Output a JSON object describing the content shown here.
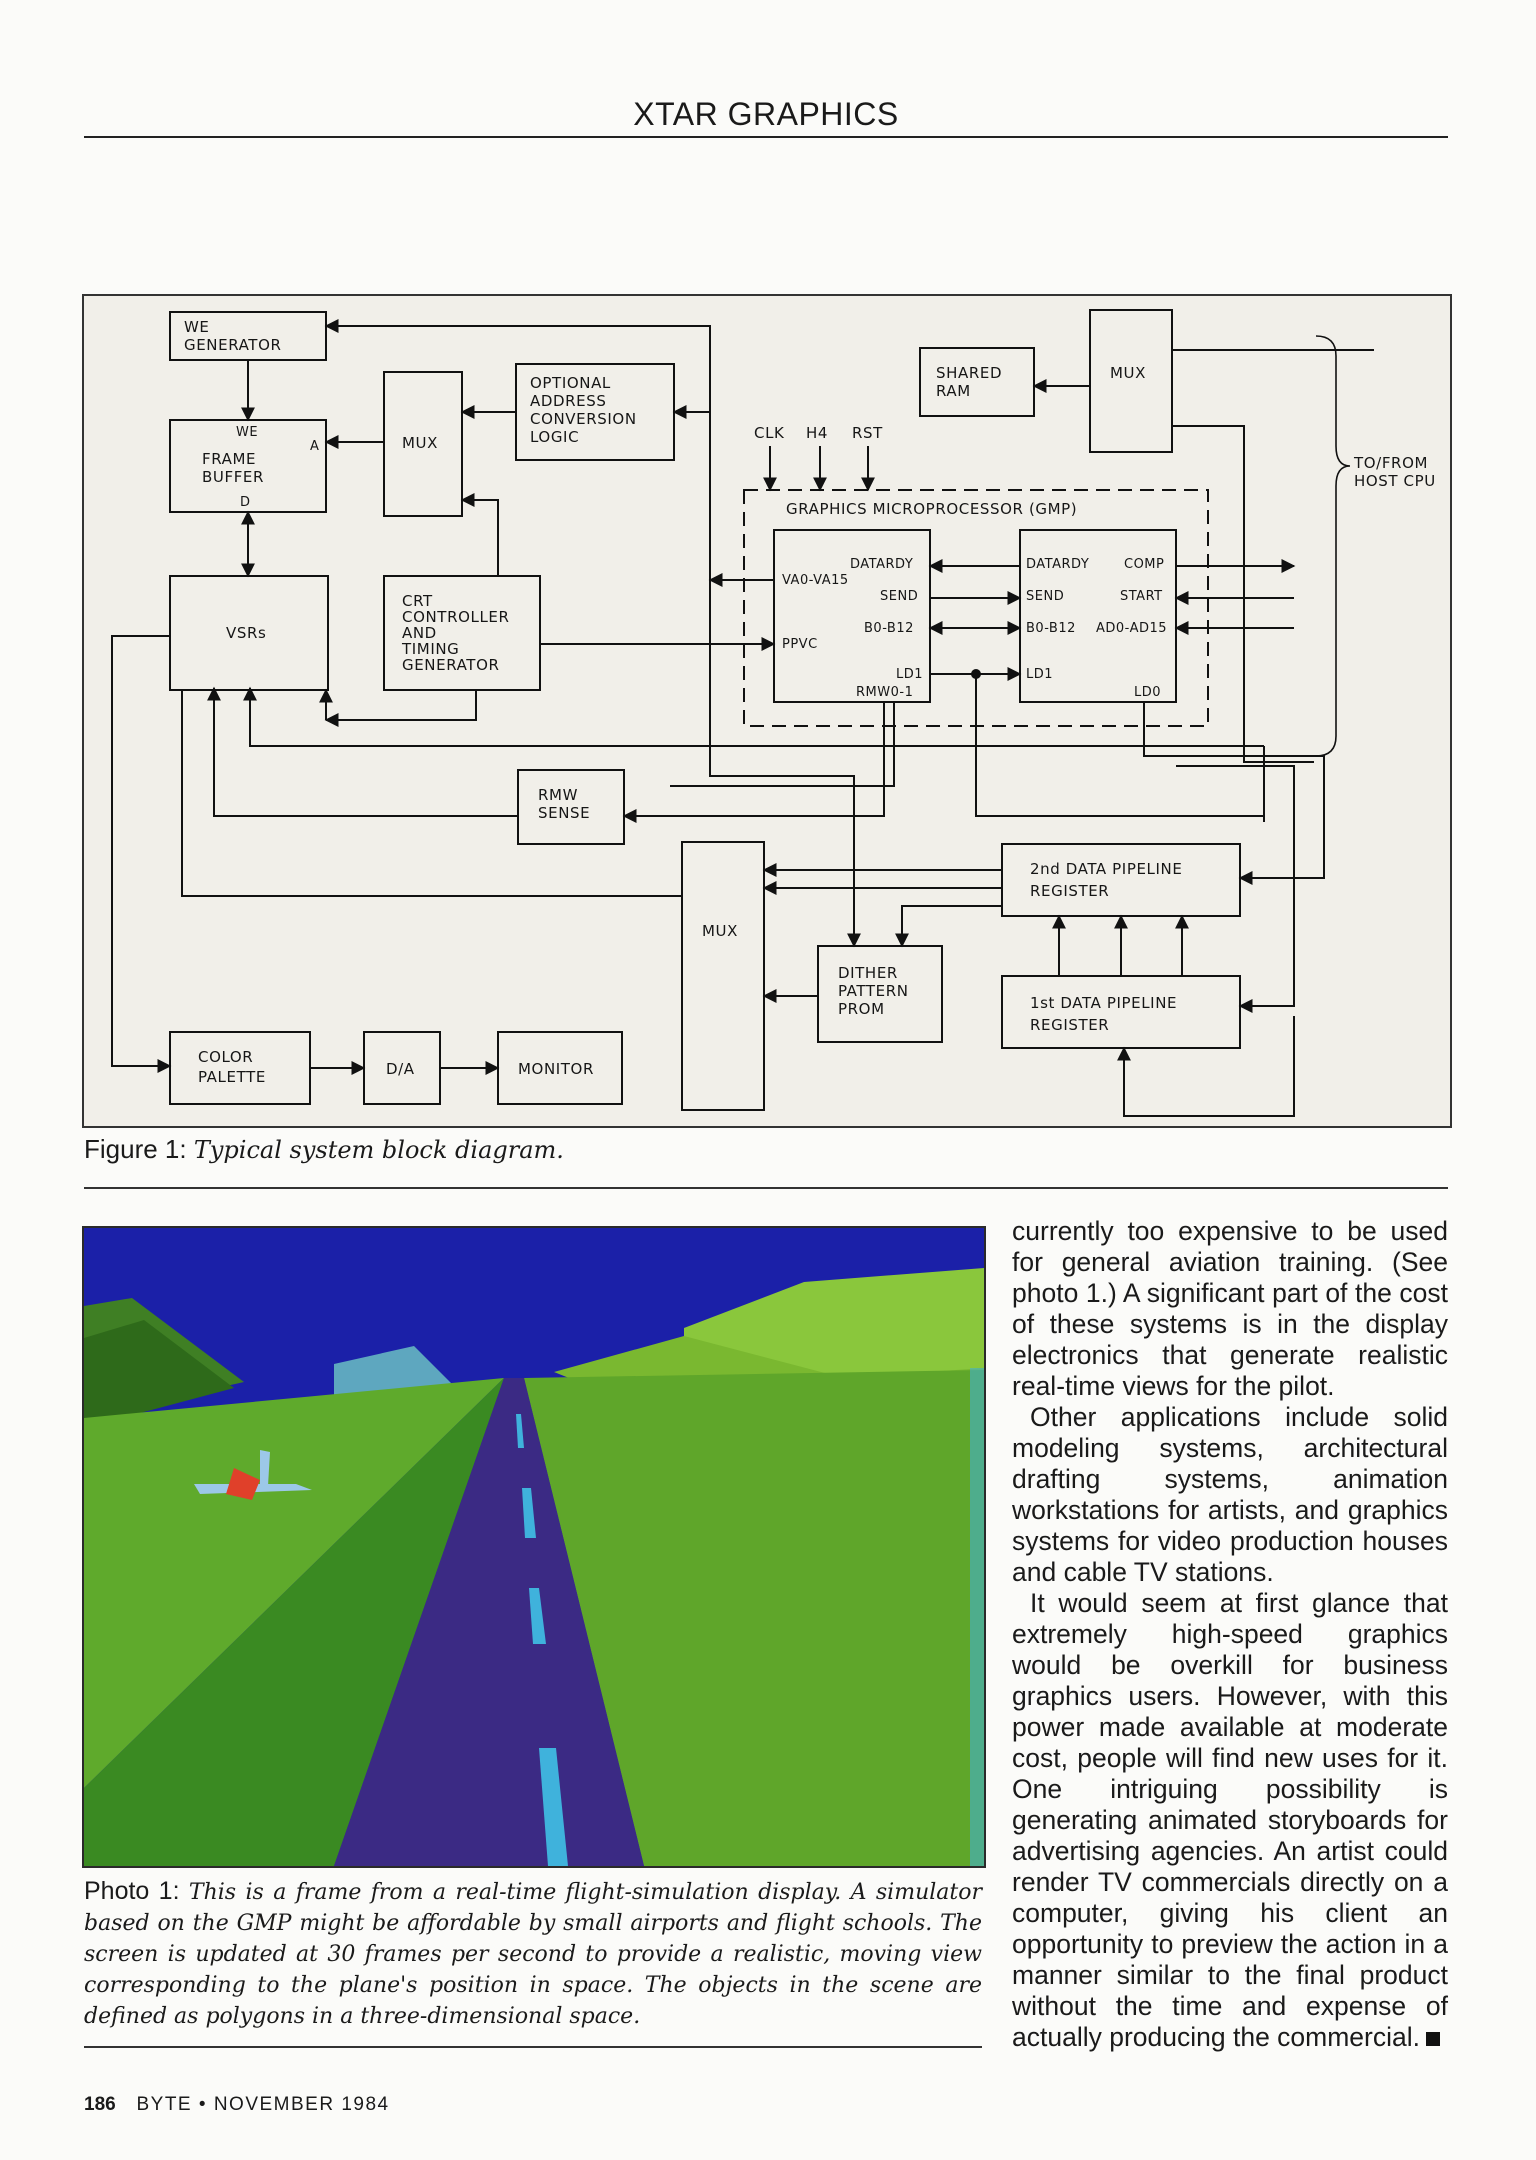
{
  "header": {
    "running_head": "XTAR GRAPHICS"
  },
  "figure1": {
    "blocks": {
      "we_generator": [
        "WE",
        "GENERATOR"
      ],
      "frame_buffer": [
        "FRAME",
        "BUFFER"
      ],
      "frame_buffer_we": "WE",
      "frame_buffer_a": "A",
      "frame_buffer_d": "D",
      "mux_left": "MUX",
      "optional_logic": [
        "OPTIONAL",
        "ADDRESS",
        "CONVERSION",
        "LOGIC"
      ],
      "shared_ram": [
        "SHARED",
        "RAM"
      ],
      "mux_top": "MUX",
      "host_cpu": [
        "TO/FROM",
        "HOST CPU"
      ],
      "clk": "CLK",
      "h4": "H4",
      "rst": "RST",
      "gmp_title": "GRAPHICS MICROPROCESSOR (GMP)",
      "gmp_left_pins": [
        "DATARDY",
        "VA0-VA15",
        "SEND",
        "B0-B12",
        "PPVC",
        "LD1",
        "RMW0-1"
      ],
      "gmp_right_pins": [
        "DATARDY",
        "COMP",
        "SEND",
        "START",
        "B0-B12",
        "AD0-AD15",
        "LD1",
        "LD0"
      ],
      "vsrs": "VSRs",
      "crt_controller": [
        "CRT",
        "CONTROLLER",
        "AND",
        "TIMING",
        "GENERATOR"
      ],
      "rmw_sense": [
        "RMW",
        "SENSE"
      ],
      "mux_bottom": "MUX",
      "pipeline2": [
        "2nd DATA PIPELINE",
        "REGISTER"
      ],
      "dither": [
        "DITHER",
        "PATTERN",
        "PROM"
      ],
      "pipeline1": [
        "1st DATA PIPELINE",
        "REGISTER"
      ],
      "color_palette": [
        "COLOR",
        "PALETTE"
      ],
      "da": "D/A",
      "monitor": "MONITOR"
    },
    "caption_label": "Figure 1:",
    "caption_text": "Typical system block diagram."
  },
  "photo1": {
    "caption_label": "Photo 1:",
    "caption_text": "This is a frame from a real-time flight-simulation display. A simulator based on the GMP might be affordable by small airports and flight schools. The screen is updated at 30 frames per second to provide a realistic, moving view corresponding to the plane's position in space. The objects in the scene are defined as polygons in a three-dimensional space.",
    "colors": {
      "sky": "#1b20a8",
      "ground": "#5faa2c",
      "runway": "#3b2a84",
      "stripe": "#3fb2dc"
    }
  },
  "body": {
    "paragraphs": [
      "currently too expensive to be used for general aviation training. (See photo 1.) A significant part of the cost of these systems is in the display electronics that generate realistic real-time views for the pilot.",
      "Other applications include solid modeling systems, architectural drafting systems, animation workstations for artists, and graphics systems for video production houses and cable TV stations.",
      "It would seem at first glance that extremely high-speed graphics would be overkill for business graphics users. However, with this power made available at moderate cost, people will find new uses for it. One intriguing possibility is generating animated storyboards for advertising agencies. An artist could render TV commercials directly on a computer, giving his client an opportunity to preview the action in a manner similar to the final product without the time and expense of actually producing the commercial."
    ]
  },
  "footer": {
    "page_number": "186",
    "folio": "BYTE • NOVEMBER 1984"
  }
}
